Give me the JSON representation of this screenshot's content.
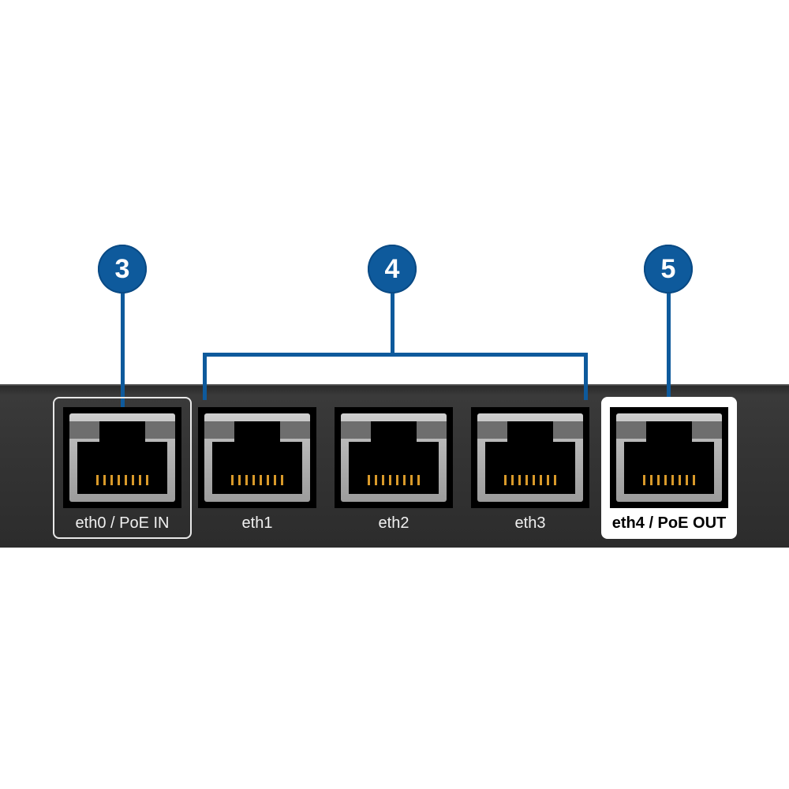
{
  "callouts": [
    {
      "number": "3"
    },
    {
      "number": "4"
    },
    {
      "number": "5"
    }
  ],
  "ports": [
    {
      "label": "eth0 / PoE IN"
    },
    {
      "label": "eth1"
    },
    {
      "label": "eth2"
    },
    {
      "label": "eth3"
    },
    {
      "label": "eth4 / PoE OUT"
    }
  ],
  "colors": {
    "callout": "#0e5a9c",
    "panel": "#333333",
    "pin": "#d99a2a"
  }
}
